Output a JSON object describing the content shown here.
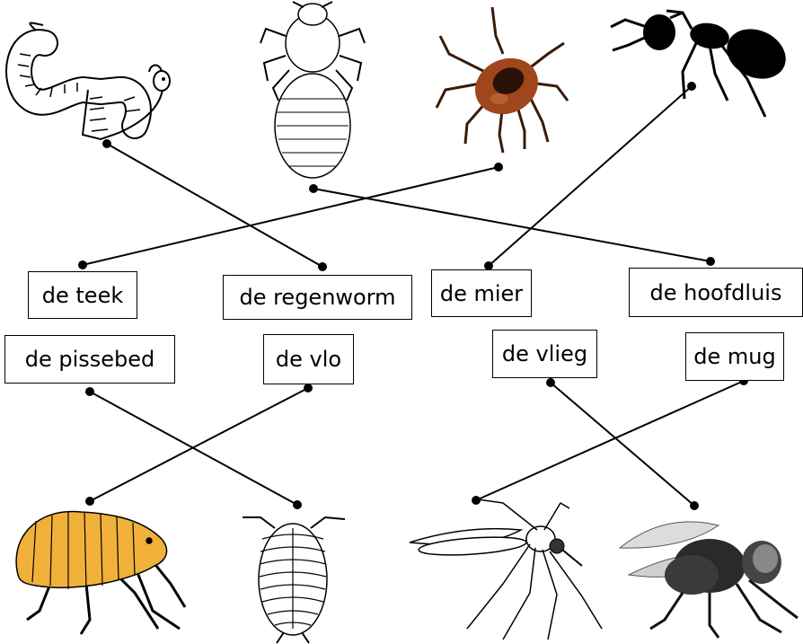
{
  "labels": {
    "teek": "de teek",
    "regenworm": "de regenworm",
    "mier": "de mier",
    "hoofdluis": "de hoofdluis",
    "pissebed": "de pissebed",
    "vlo": "de vlo",
    "vlieg": "de vlieg",
    "mug": "de mug"
  },
  "pictures": {
    "top": [
      "earthworm",
      "head-louse",
      "tick",
      "ant"
    ],
    "bottom": [
      "flea",
      "woodlouse",
      "mosquito",
      "fly"
    ]
  },
  "connections": [
    {
      "from": "earthworm",
      "to": "de regenworm"
    },
    {
      "from": "head-louse",
      "to": "de hoofdluis"
    },
    {
      "from": "tick",
      "to": "de teek"
    },
    {
      "from": "ant",
      "to": "de mier"
    },
    {
      "from": "flea",
      "to": "de vlo"
    },
    {
      "from": "woodlouse",
      "to": "de pissebed"
    },
    {
      "from": "mosquito",
      "to": "de mug"
    },
    {
      "from": "fly",
      "to": "de vlieg"
    }
  ],
  "colors": {
    "line": "#000000",
    "flea": "#f0b13a",
    "tick_body": "#a0461c",
    "tick_shield": "#2a1208"
  }
}
